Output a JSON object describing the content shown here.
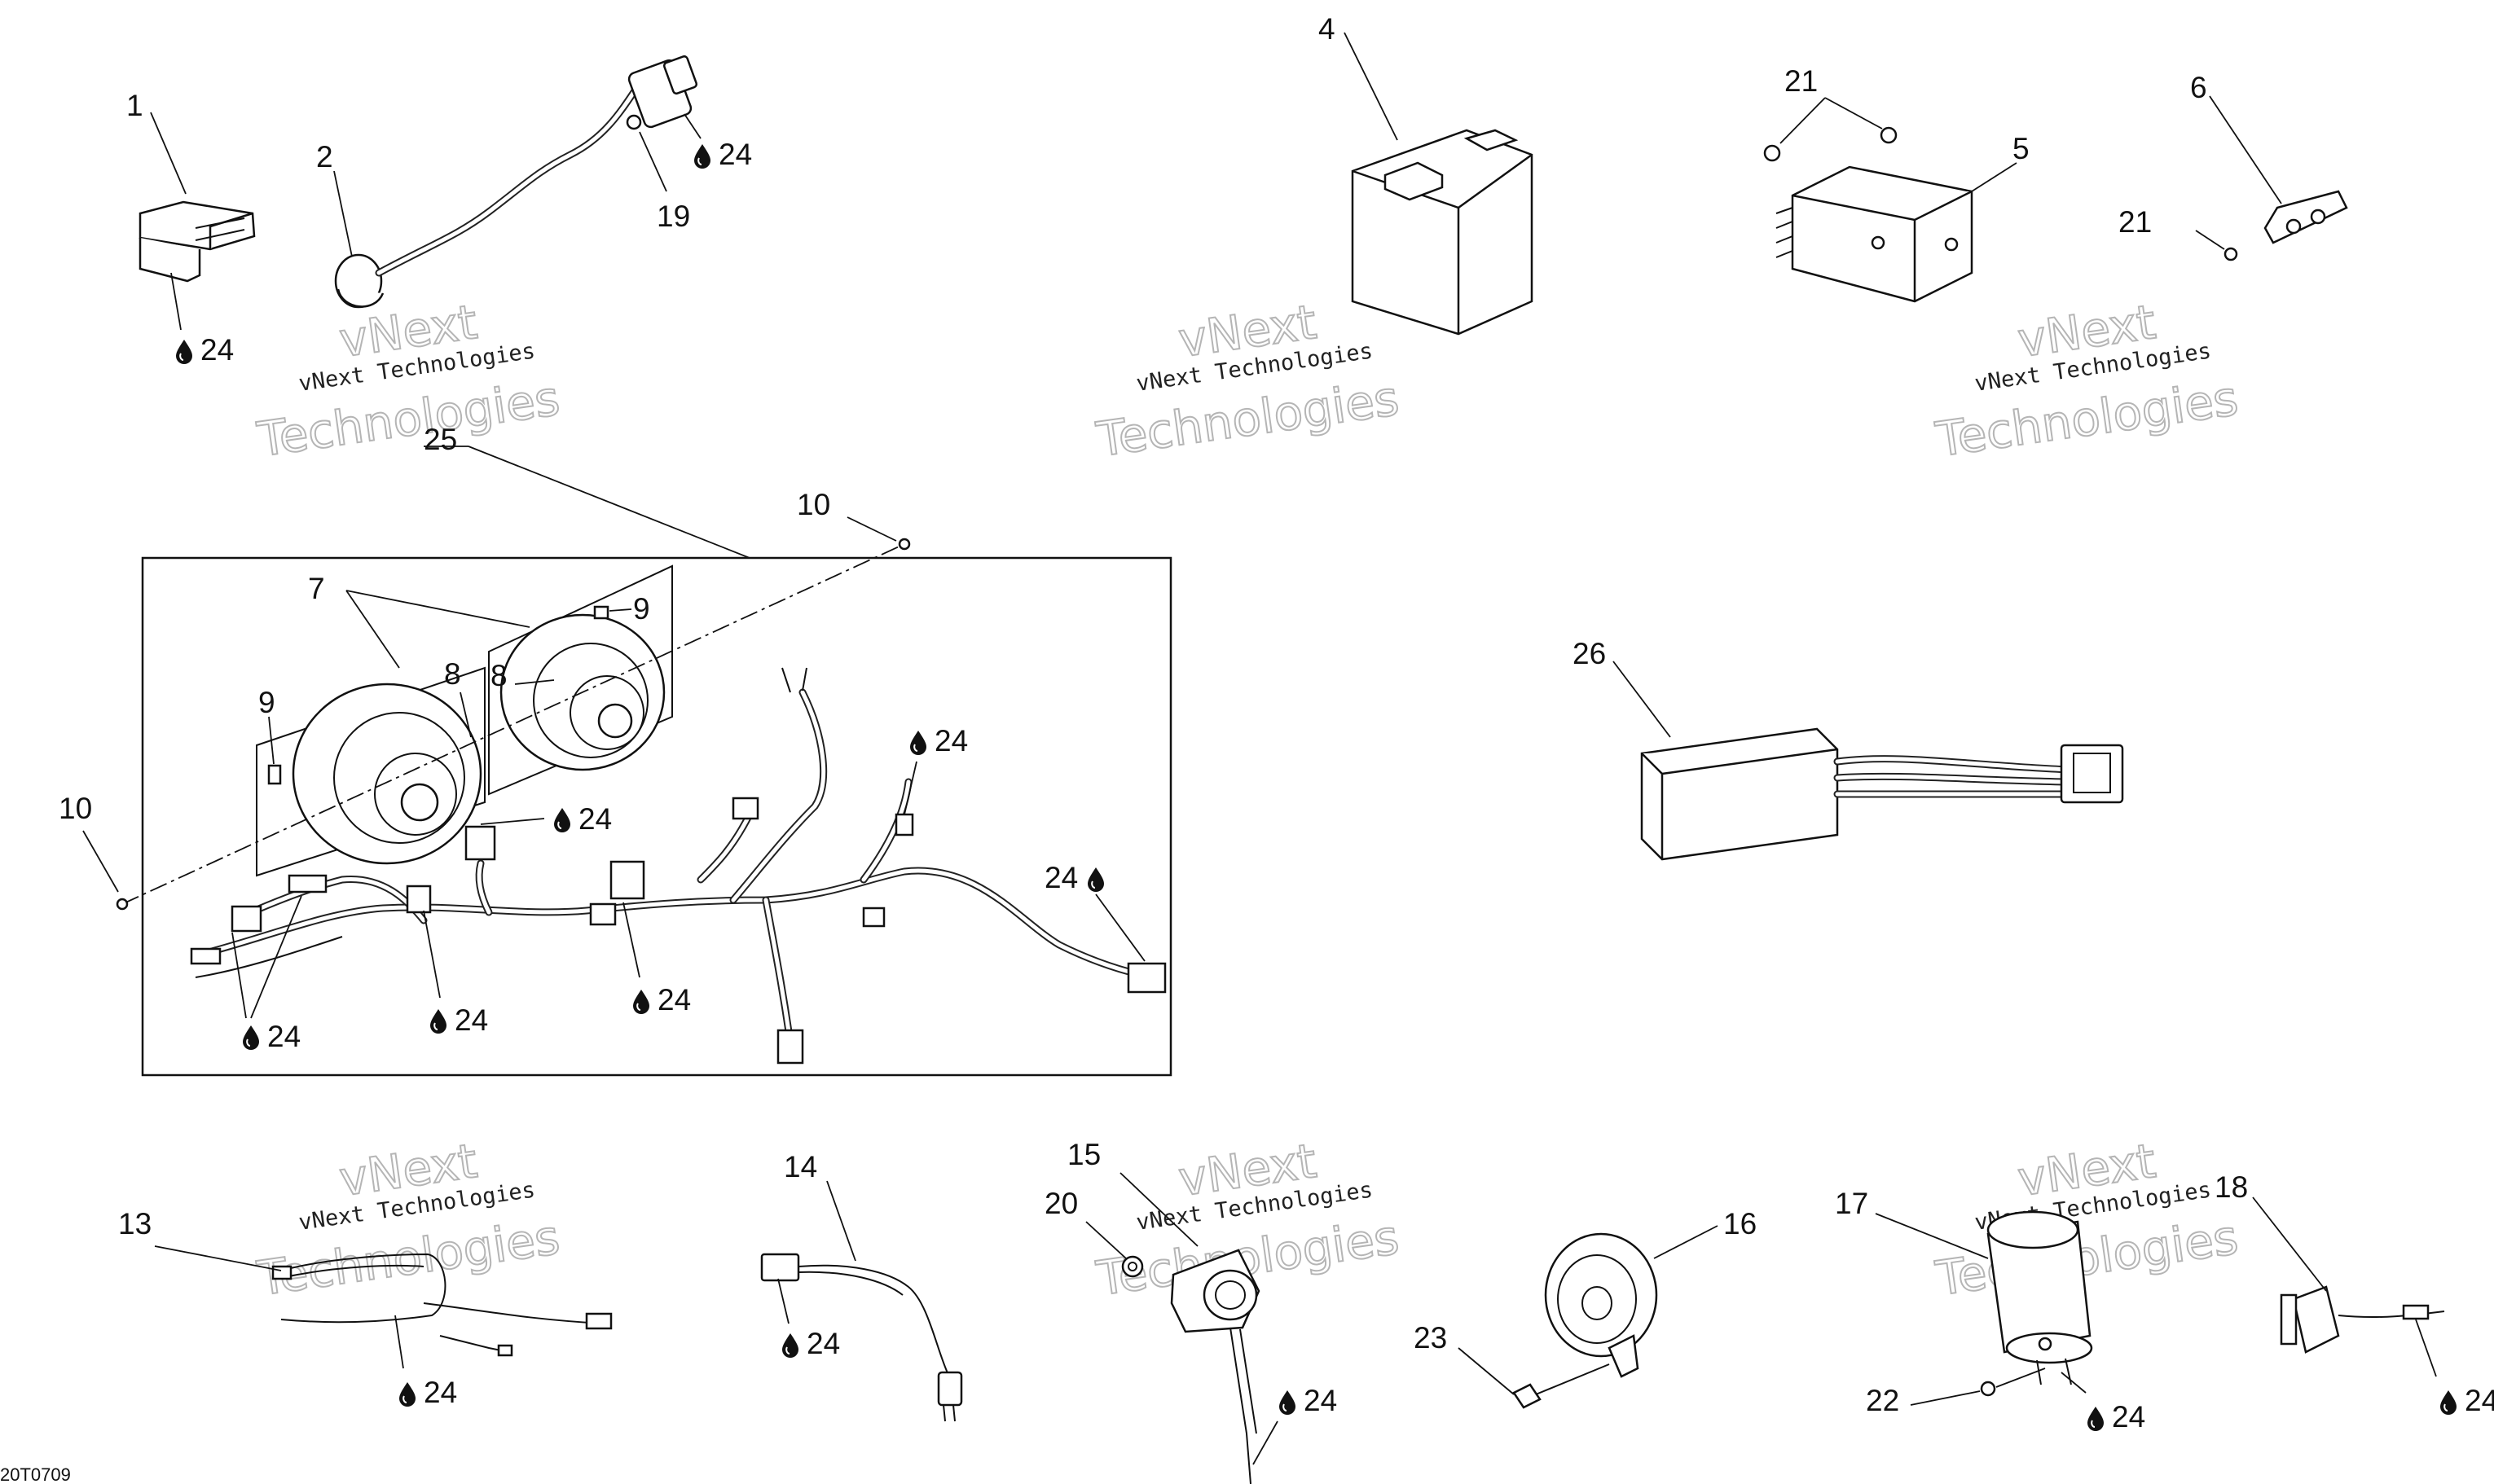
{
  "diagram": {
    "code": "20T0709",
    "watermark": {
      "line1": "vNext Technologies",
      "line2": "vNext",
      "line3": "Technologies"
    },
    "callouts": {
      "c1": "1",
      "c2": "2",
      "c4": "4",
      "c5": "5",
      "c6": "6",
      "c7": "7",
      "c8a": "8",
      "c8b": "8",
      "c9a": "9",
      "c9b": "9",
      "c10a": "10",
      "c10b": "10",
      "c13": "13",
      "c14": "14",
      "c15": "15",
      "c16": "16",
      "c17": "17",
      "c18": "18",
      "c19": "19",
      "c20": "20",
      "c21a": "21",
      "c21b": "21",
      "c22": "22",
      "c23": "23",
      "c25": "25",
      "c26": "26"
    },
    "sealant_label": "24",
    "icons": {
      "sealant": "drop-icon"
    }
  }
}
